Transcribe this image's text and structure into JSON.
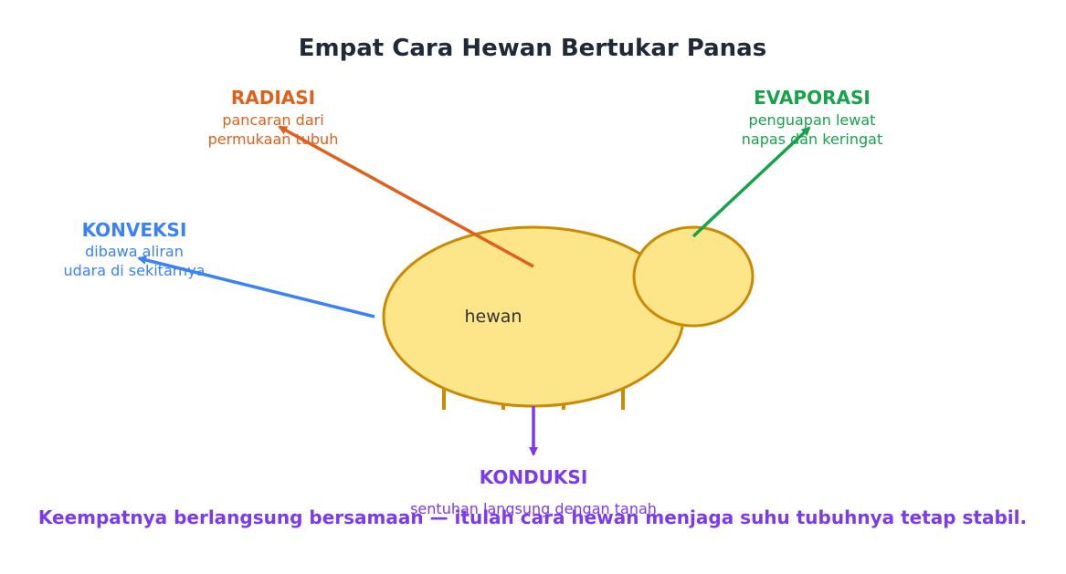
{
  "title": "Empat Cara Hewan Bertukar Panas",
  "animal_label": "hewan",
  "colors": {
    "title": "#1f2937",
    "body_fill": "#fde68a",
    "body_stroke": "#ca8a04",
    "radiasi": "#e0601b",
    "evaporasi": "#16a34a",
    "konveksi": "#3b82f6",
    "konduksi": "#7c3aed",
    "footer": "#7c3aed"
  },
  "methods": {
    "radiasi": {
      "name": "RADIASI",
      "line1": "pancaran dari",
      "line2": "permukaan tubuh"
    },
    "evaporasi": {
      "name": "EVAPORASI",
      "line1": "penguapan lewat",
      "line2": "napas dan keringat"
    },
    "konveksi": {
      "name": "KONVEKSI",
      "line1": "dibawa aliran",
      "line2": "udara di sekitarnya"
    },
    "konduksi": {
      "name": "KONDUKSI",
      "line1": "sentuhan langsung dengan tanah"
    }
  },
  "footer": "Keempatnya berlangsung bersamaan — itulah cara hewan menjaga suhu tubuhnya tetap stabil."
}
